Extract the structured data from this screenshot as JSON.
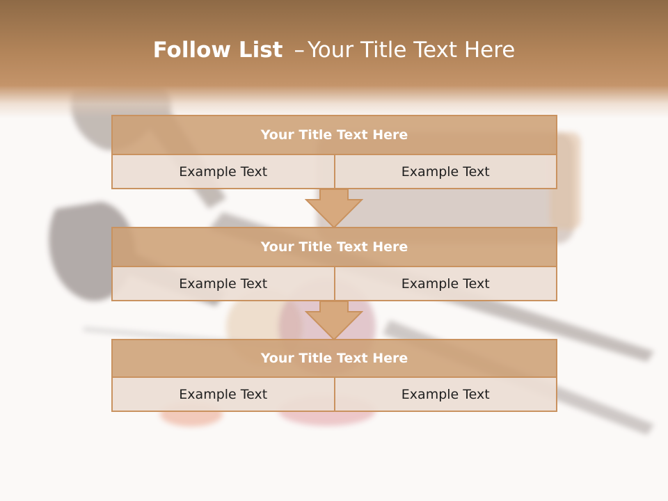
{
  "slide": {
    "title_bold": "Follow List",
    "title_separator": "–",
    "title_rest": "Your Title Text Here"
  },
  "blocks": [
    {
      "title": "Your Title Text Here",
      "left": "Example Text",
      "right": "Example Text"
    },
    {
      "title": "Your Title Text Here",
      "left": "Example Text",
      "right": "Example Text"
    },
    {
      "title": "Your Title Text Here",
      "left": "Example Text",
      "right": "Example Text"
    }
  ],
  "colors": {
    "header": "#b3855a",
    "block_title_fill": "#cda076",
    "block_border": "#c9925f",
    "cell_fill": "#ecded4",
    "arrow_fill": "#d7a97e"
  },
  "background_image": "sewing-scissors-spools-photo"
}
